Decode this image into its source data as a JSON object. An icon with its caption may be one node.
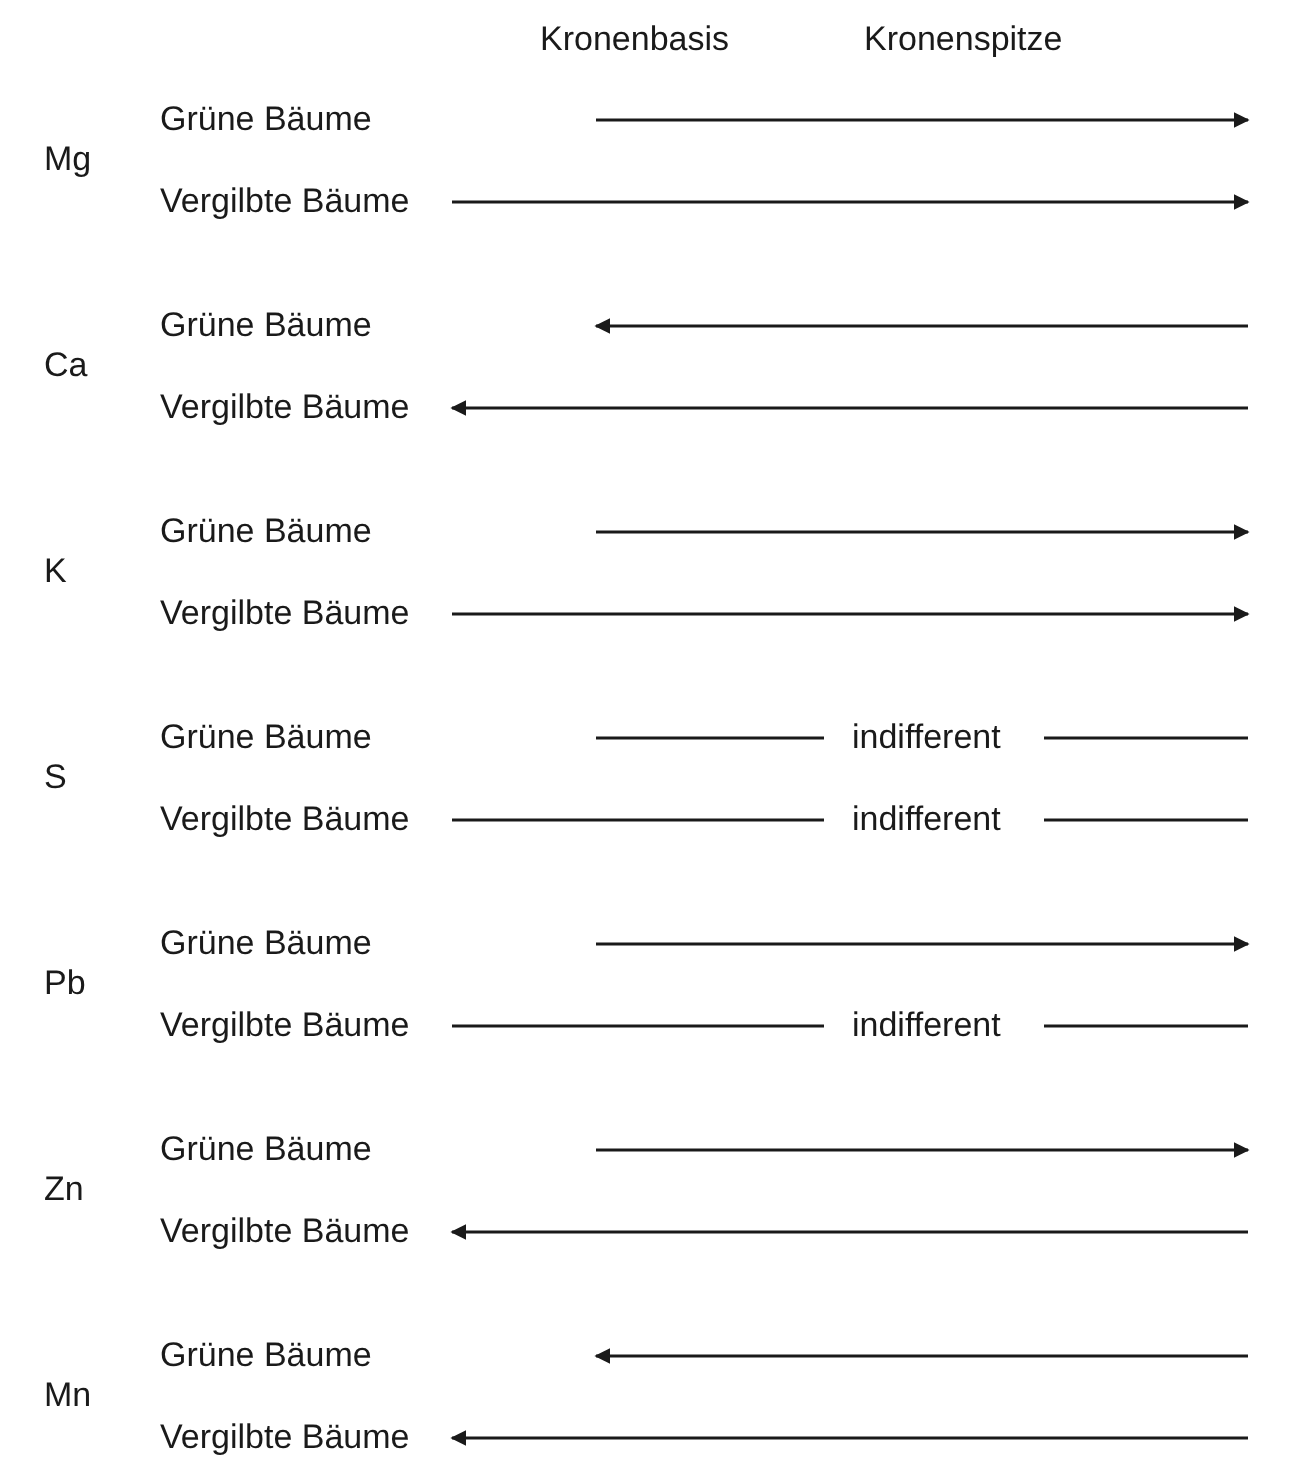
{
  "diagram": {
    "labels": [
      "Kronenbasis",
      "Kronenspitze",
      "Mg",
      "Grüne Bäume",
      "Vergilbte Bäume",
      "Ca",
      "Grüne Bäume",
      "Vergilbte Bäume",
      "K",
      "Grüne Bäume",
      "Vergilbte Bäume",
      "S",
      "Grüne Bäume",
      "indifferent",
      "Vergilbte Bäume",
      "indifferent",
      "Pb",
      "Grüne Bäume",
      "Vergilbte Bäume",
      "indifferent",
      "Zn",
      "Grüne Bäume",
      "Vergilbte Bäume",
      "Mn",
      "Grüne Bäume",
      "Vergilbte Bäume"
    ]
  }
}
